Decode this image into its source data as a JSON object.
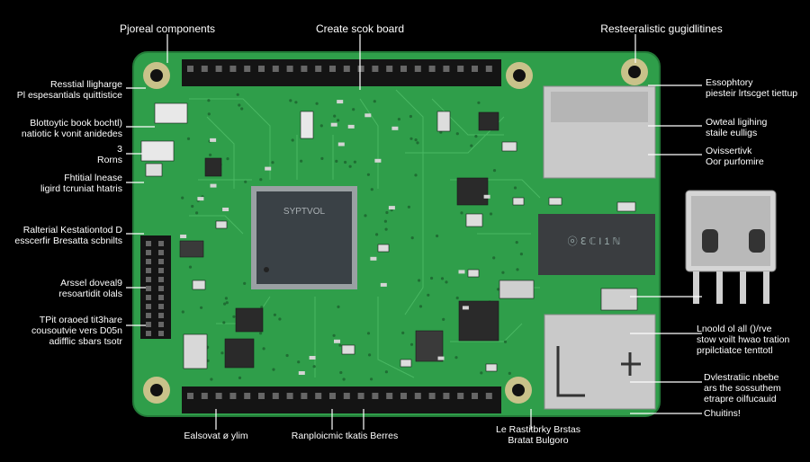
{
  "labels": {
    "top_left": "Pjoreal components",
    "top_center": "Create scok board",
    "top_right": "Resteeralistic gugidlitines",
    "left_1": "Resstial lligharge\nPl espesantials quittistice",
    "left_2": "Blottoytic book bochtl)\nnatiotic k vonit anidedes",
    "left_3": "3\nRorns",
    "left_4": "Fhtitial lnease\nligird tcruniat htatris",
    "left_5": "Ralterial Kestationtod D\nesscerfir Bresatta scbnilts",
    "left_6": "Arssel doveal9\nresoartidit olals",
    "left_7": "TPit oraoed tit3hare\ncousoutvie vers D05n\nadifflic sbars tsotr",
    "right_1": "Essophtory\npiesteir lrtscget tiettup",
    "right_2": "Owteal ligihing\nstaile eulligs",
    "right_3": "Ovissertivk\nOor purfomire",
    "right_4": "Lnoold ol all ()/rve\nstow voilt hwao tration\nprpilctiatce tenttotl",
    "right_5": "Dvlestratiic nbebe\nars the sossuthem\netrapre oilfucauid",
    "right_6": "Chuitins!",
    "bottom_1": "Ealsovat ø ylim",
    "bottom_2": "Ranploicmic tkatis Berres",
    "bottom_3": "Le Rastitbrky Brstas\nBratat Bulgoro",
    "chip_text": "SYPTVOL",
    "ic_text": "ⓞ ℇ ℂ\nI\n1 ℕ"
  },
  "colors": {
    "board": "#2f9e4a",
    "board_dark": "#237a38",
    "trace": "#55c46e",
    "header": "#141414",
    "chip": "#3a4146",
    "metal": "#c9c9c9",
    "label": "#ffffff",
    "mount": "#c9c28a"
  }
}
